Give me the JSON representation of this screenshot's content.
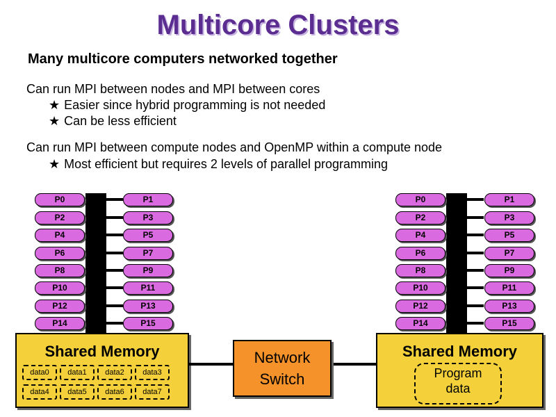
{
  "title": "Multicore Clusters",
  "subtitle": "Many multicore computers networked together",
  "bullets": {
    "mpi_line": "Can run MPI between nodes and MPI between cores",
    "mpi_sub1": "Easier since hybrid programming is not needed",
    "mpi_sub2": "Can be less efficient",
    "hybrid_line": "Can run MPI between compute nodes and OpenMP within a compute node",
    "hybrid_sub1": "Most efficient but requires 2 levels of parallel programming",
    "star_glyph": "★"
  },
  "processors_left": [
    "P0",
    "P2",
    "P4",
    "P6",
    "P8",
    "P10",
    "P12",
    "P14"
  ],
  "processors_right": [
    "P1",
    "P3",
    "P5",
    "P7",
    "P9",
    "P11",
    "P13",
    "P15"
  ],
  "left_node": {
    "memory_label": "Shared Memory",
    "data_row1": [
      "data0",
      "data1",
      "data2",
      "data3"
    ],
    "data_row2": [
      "data4",
      "data5",
      "data6",
      "data7"
    ]
  },
  "right_node": {
    "memory_label": "Shared Memory",
    "program_line1": "Program",
    "program_line2": "data"
  },
  "switch": {
    "line1": "Network",
    "line2": "Switch"
  },
  "colors": {
    "title": "#5c2d91",
    "processor": "#d96ae0",
    "memory": "#f4d13a",
    "switch": "#f5922a"
  }
}
